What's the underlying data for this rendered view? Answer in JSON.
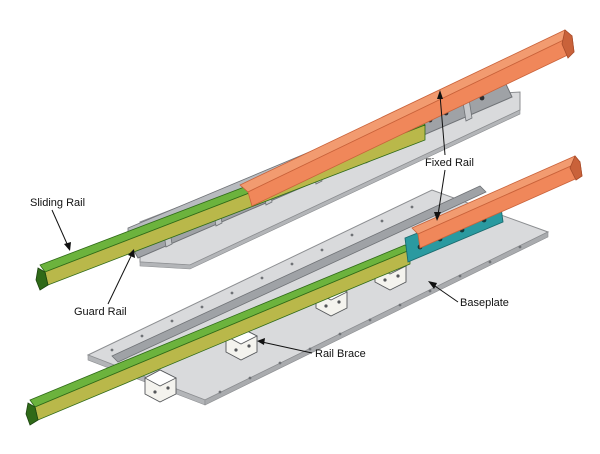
{
  "labels": {
    "fixed_rail": "Fixed Rail",
    "sliding_rail": "Sliding Rail",
    "guard_rail": "Guard Rail",
    "baseplate": "Baseplate",
    "rail_brace": "Rail Brace"
  },
  "colors": {
    "fixed_rail": "#f0875a",
    "fixed_rail_dark": "#c9623a",
    "sliding_rail": "#4e9a2c",
    "sliding_rail_dark": "#2f6a18",
    "sliding_rail_olive": "#b9b84a",
    "guard_rail": "#9fa2a6",
    "guard_rail_dark": "#6f7276",
    "baseplate": "#d9dadc",
    "baseplate_edge": "#8c8e91",
    "splice_plate": "#2a9aa0",
    "brace": "#f4f3ee"
  }
}
